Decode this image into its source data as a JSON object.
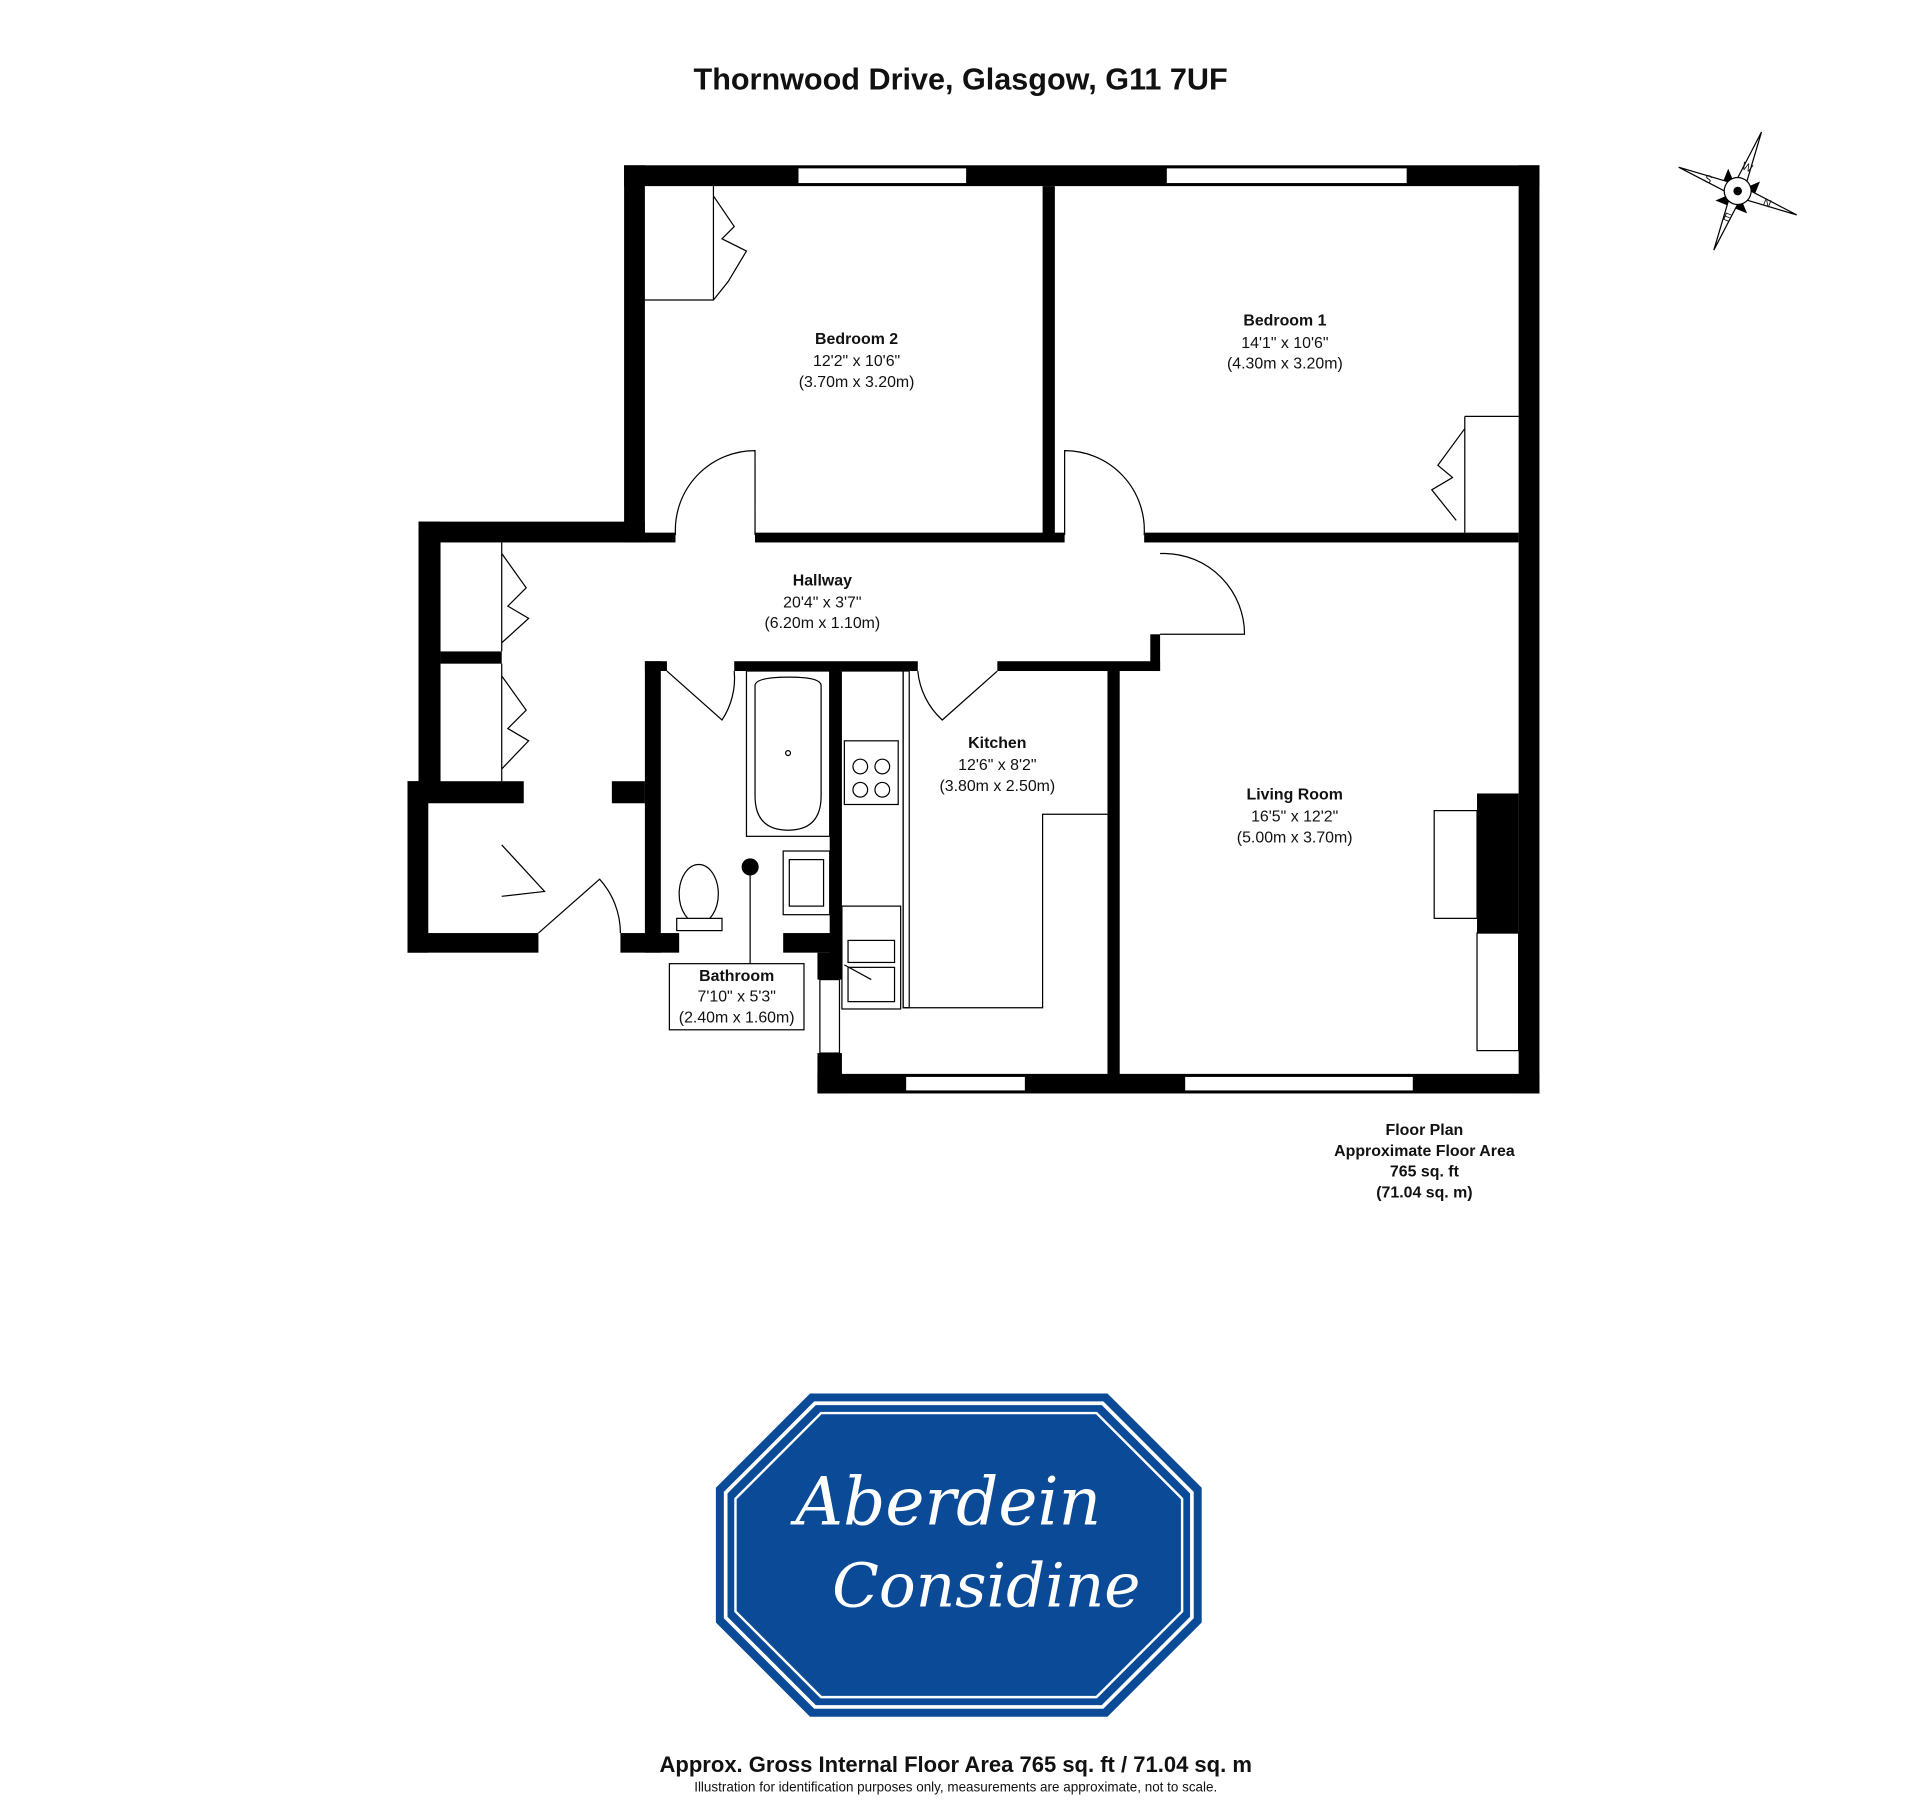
{
  "title": "Thornwood Drive, Glasgow, G11 7UF",
  "compass": {
    "icon": "compass-rose-icon",
    "labels": [
      "W",
      "N",
      "E",
      "S"
    ]
  },
  "rooms": [
    {
      "name": "Bedroom 2",
      "imperial": "12'2\" x 10'6\"",
      "metric": "(3.70m x 3.20m)"
    },
    {
      "name": "Bedroom 1",
      "imperial": "14'1\" x 10'6\"",
      "metric": "(4.30m x 3.20m)"
    },
    {
      "name": "Hallway",
      "imperial": "20'4\" x 3'7\"",
      "metric": "(6.20m x 1.10m)"
    },
    {
      "name": "Kitchen",
      "imperial": "12'6\" x 8'2\"",
      "metric": "(3.80m x 2.50m)"
    },
    {
      "name": "Living Room",
      "imperial": "16'5\" x 12'2\"",
      "metric": "(5.00m x 3.70m)"
    },
    {
      "name": "Bathroom",
      "imperial": "7'10\" x 5'3\"",
      "metric": "(2.40m x 1.60m)"
    }
  ],
  "area_box": {
    "line1": "Floor Plan",
    "line2": "Approximate Floor Area",
    "line3": "765 sq. ft",
    "line4": "(71.04 sq. m)"
  },
  "logo": {
    "line1": "Aberdein",
    "line2": "Considine",
    "color": "#0a4a97"
  },
  "footer": {
    "main": "Approx. Gross Internal Floor Area 765 sq. ft / 71.04 sq. m",
    "disclaimer": "Illustration for identification purposes only, measurements are approximate, not to scale."
  }
}
